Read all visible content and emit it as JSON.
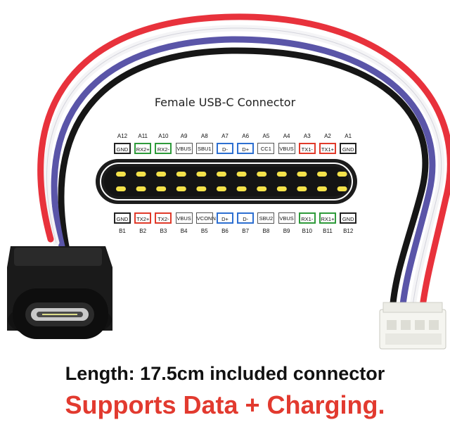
{
  "connector_title": "Female USB-C Connector",
  "top_row": [
    {
      "pin": "A12",
      "signal": "GND",
      "style": "blk"
    },
    {
      "pin": "A11",
      "signal": "RX2+",
      "style": "grn"
    },
    {
      "pin": "A10",
      "signal": "RX2-",
      "style": "grn"
    },
    {
      "pin": "A9",
      "signal": "VBUS",
      "style": "thin"
    },
    {
      "pin": "A8",
      "signal": "SBU1",
      "style": "thin"
    },
    {
      "pin": "A7",
      "signal": "D-",
      "style": "blu"
    },
    {
      "pin": "A6",
      "signal": "D+",
      "style": "blu"
    },
    {
      "pin": "A5",
      "signal": "CC1",
      "style": "thin"
    },
    {
      "pin": "A4",
      "signal": "VBUS",
      "style": "thin"
    },
    {
      "pin": "A3",
      "signal": "TX1-",
      "style": "red"
    },
    {
      "pin": "A2",
      "signal": "TX1+",
      "style": "red"
    },
    {
      "pin": "A1",
      "signal": "GND",
      "style": "blk"
    }
  ],
  "bottom_row": [
    {
      "pin": "B1",
      "signal": "GND",
      "style": "blk"
    },
    {
      "pin": "B2",
      "signal": "TX2+",
      "style": "red"
    },
    {
      "pin": "B3",
      "signal": "TX2-",
      "style": "red"
    },
    {
      "pin": "B4",
      "signal": "VBUS",
      "style": "thin"
    },
    {
      "pin": "B5",
      "signal": "VCONN",
      "style": "thin"
    },
    {
      "pin": "B6",
      "signal": "D+",
      "style": "blu"
    },
    {
      "pin": "B7",
      "signal": "D-",
      "style": "blu"
    },
    {
      "pin": "B8",
      "signal": "SBU2",
      "style": "thin"
    },
    {
      "pin": "B9",
      "signal": "VBUS",
      "style": "thin"
    },
    {
      "pin": "B10",
      "signal": "RX1-",
      "style": "grn"
    },
    {
      "pin": "B11",
      "signal": "RX1+",
      "style": "grn"
    },
    {
      "pin": "B12",
      "signal": "GND",
      "style": "blk"
    }
  ],
  "caption_length": "Length: 17.5cm included connector",
  "caption_feature": "Supports Data + Charging.",
  "colors": {
    "wire_red": "#e8323c",
    "wire_white": "#f4f4f6",
    "wire_black": "#161616",
    "wire_blue": "#5a55a8",
    "housing": "#1a1a1a",
    "receptacle": "#f5f5f0",
    "caption_accent": "#e23a2f",
    "pair_green": "#2e9a3a",
    "pair_blue": "#2d6fd1",
    "pair_red": "#e03a2a"
  }
}
